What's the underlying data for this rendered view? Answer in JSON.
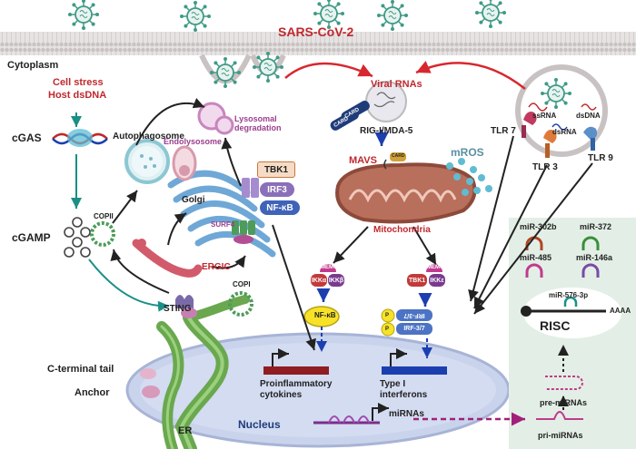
{
  "virus": {
    "title": "SARS-CoV-2"
  },
  "compartments": {
    "cytoplasm": "Cytoplasm",
    "nucleus": "Nucleus",
    "er": "ER",
    "golgi": "Golgi",
    "ergic": "ERGIC",
    "mitochondria": "Mitochondria",
    "autophagosome": "Autophagosome",
    "endolysosome": "Endolysosome",
    "lysosomal_degradation": "Lysosomal degradation"
  },
  "pathway": {
    "cell_stress": "Cell stress",
    "host_dsdna": "Host dsDNA",
    "cgas": "cGAS",
    "cgamp": "cGAMP",
    "sting": "STING",
    "copii": "COPII",
    "copi": "COPI",
    "surf4": "SURF4",
    "c_terminal_tail": "C-terminal tail",
    "anchor": "Anchor"
  },
  "sensors": {
    "viral_rnas": "Viral RNAs",
    "rig_mda5": "RIG-I/MDA-5",
    "card": "CARD",
    "mavs": "MAVS",
    "mros": "mROS",
    "tlr7": "TLR 7",
    "tlr3": "TLR 3",
    "tlr9": "TLR 9",
    "ssrna": "ssRNA",
    "dsrna": "dsRNA",
    "dsdna": "dsDNA"
  },
  "signaling": {
    "tbk1": "TBK1",
    "irf3": "IRF3",
    "nfkb": "NF-κB",
    "memo": "MEMO",
    "ikka": "IKKα",
    "ikkb": "IKKβ",
    "ikke": "IKKε",
    "irf37": "IRF-3/7",
    "p": "P"
  },
  "outputs": {
    "proinflammatory": "Proinflammatory cytokines",
    "type1_ifn": "Type I interferons",
    "mirnas": "miRNAs"
  },
  "mirna_panel": {
    "mirs": [
      "miR-302b",
      "miR-372",
      "miR-485",
      "miR-146a"
    ],
    "mir_576": "miR-576-3p",
    "aaaa": "AAAA",
    "risc": "RISC",
    "pre_mirnas": "pre-miRNAs",
    "pri_mirnas": "pri-miRNAs"
  },
  "colors": {
    "red_text": "#c0282d",
    "purple_text": "#9b3e8e",
    "teal_arrow": "#1a8f86",
    "mito": "#8d4a3a",
    "nucleus_fill": "#c9d3ec",
    "er_green": "#6aa84f",
    "mirna_panel": "#e3efe6",
    "blue_arrow": "#1c3fb0",
    "magenta_dash": "#a1207a",
    "virus_green": "#3f9a86"
  }
}
